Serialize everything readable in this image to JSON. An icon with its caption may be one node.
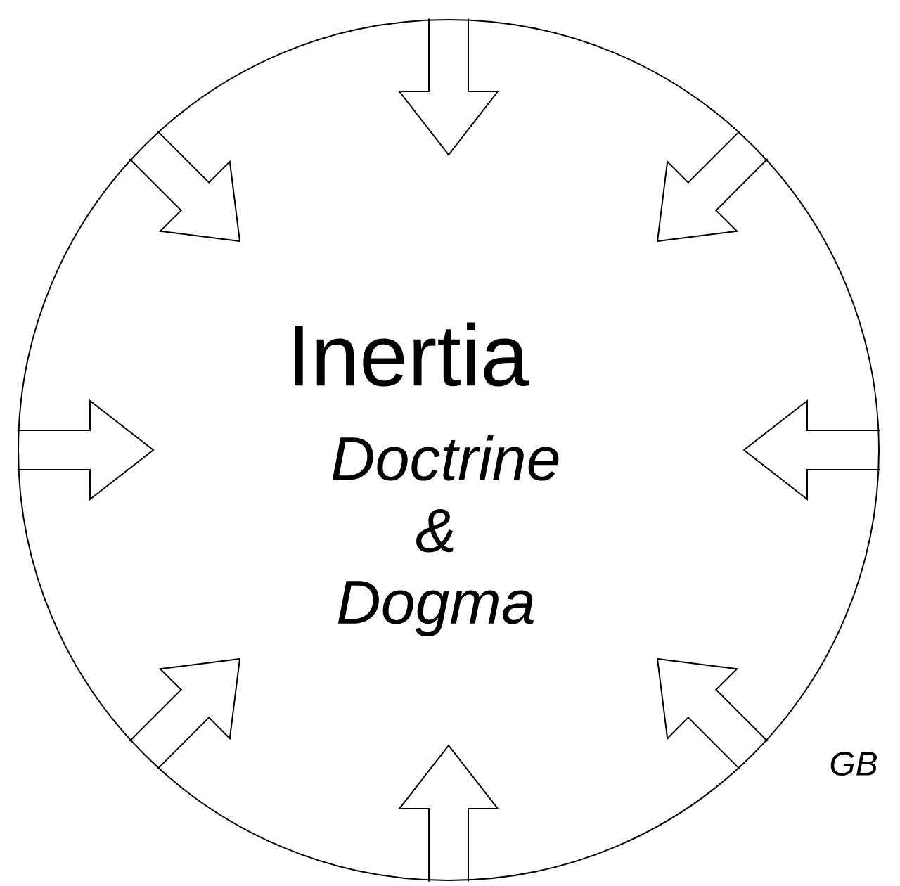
{
  "diagram": {
    "nodes": [
      {
        "text": [
          "Inertia",
          "Doctrine & Dogma"
        ]
      }
    ],
    "labels": [
      "GB"
    ]
  }
}
